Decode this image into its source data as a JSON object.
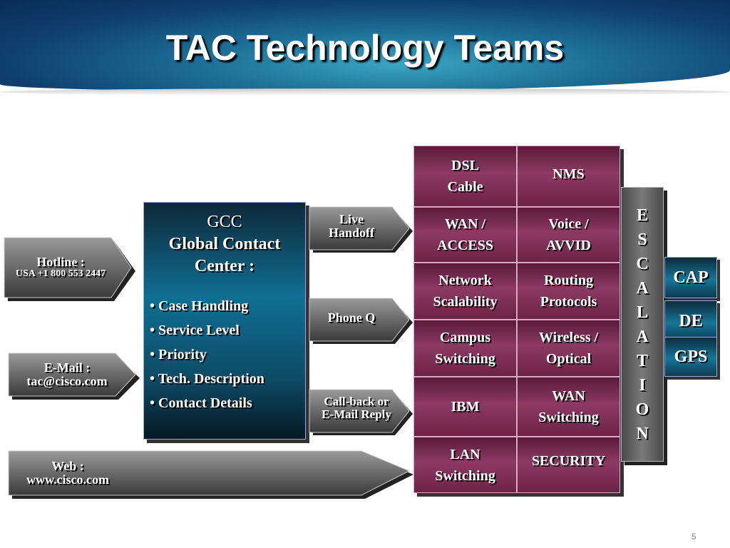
{
  "slide": {
    "title": "TAC Technology Teams",
    "page_number": "5"
  },
  "inputs": {
    "hotline": {
      "line1": "Hotline :",
      "line2": "USA +1 800 553 2447"
    },
    "email": {
      "line1": "E-Mail :",
      "line2": "tac@cisco.com"
    },
    "web": {
      "line1": "Web :",
      "line2": "www.cisco.com"
    }
  },
  "gcc": {
    "line1": "GCC",
    "line2": "Global Contact",
    "line3": "Center :",
    "items": [
      "Case Handling",
      "Service Level",
      "Priority",
      "Tech. Description",
      "Contact Details"
    ]
  },
  "routes": {
    "live": {
      "line1": "Live",
      "line2": "Handoff"
    },
    "phone": {
      "line1": "Phone Q"
    },
    "callback": {
      "line1": "Call-back  or",
      "line2": "E-Mail Reply"
    }
  },
  "teams": [
    {
      "line1": "DSL",
      "line2": "Cable"
    },
    {
      "line1": "NMS",
      "line2": ""
    },
    {
      "line1": "WAN /",
      "line2": "ACCESS"
    },
    {
      "line1": "Voice /",
      "line2": "AVVID"
    },
    {
      "line1": "Network",
      "line2": "Scalability"
    },
    {
      "line1": "Routing",
      "line2": "Protocols"
    },
    {
      "line1": "Campus",
      "line2": "Switching"
    },
    {
      "line1": "Wireless /",
      "line2": "Optical"
    },
    {
      "line1": "IBM",
      "line2": ""
    },
    {
      "line1": "WAN",
      "line2": "Switching"
    },
    {
      "line1": "LAN",
      "line2": "Switching"
    },
    {
      "line1": "SECURITY",
      "line2": ""
    }
  ],
  "escalation": {
    "letters": [
      "E",
      "S",
      "C",
      "A",
      "L",
      "A",
      "T",
      "I",
      "O",
      "N"
    ]
  },
  "escalation_targets": [
    "CAP",
    "DE",
    "GPS"
  ],
  "colors": {
    "banner": "#1d6f98",
    "gcc_panel": "#0f6f93",
    "team_cell": "#8c3a63",
    "arrow_gray": "#7a7a7a"
  }
}
